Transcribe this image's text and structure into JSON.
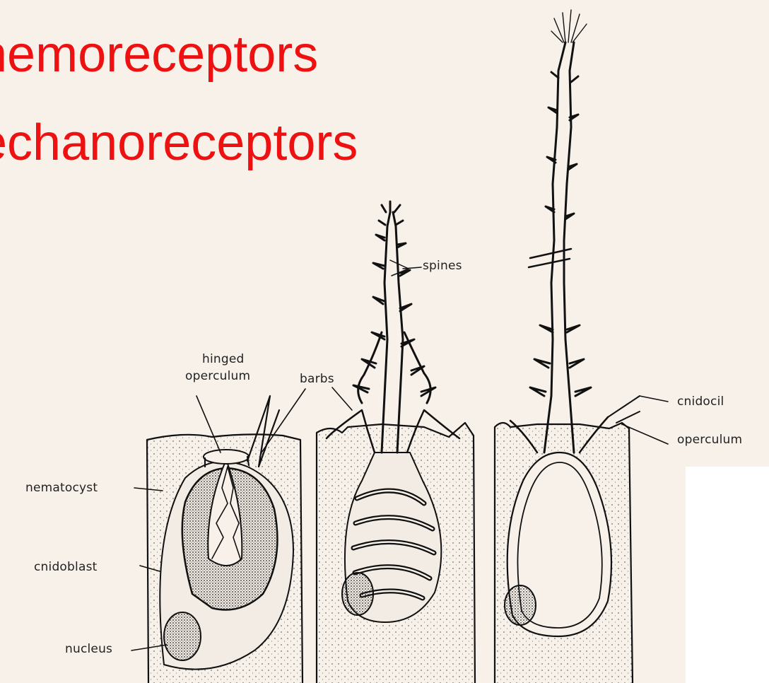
{
  "slide": {
    "headings": [
      "hemoreceptors",
      "echanoreceptors"
    ]
  },
  "diagram": {
    "labels": {
      "hinged_operculum_1": "hinged",
      "hinged_operculum_2": "operculum",
      "barbs": "barbs",
      "spines": "spines",
      "nematocyst": "nematocyst",
      "cnidoblast": "cnidoblast",
      "nucleus": "nucleus",
      "cnidocil": "cnidocil",
      "operculum": "operculum"
    },
    "colors": {
      "heading_text": "#ee1111",
      "paper_background": "#f7f1ea",
      "ink": "#111111"
    }
  }
}
